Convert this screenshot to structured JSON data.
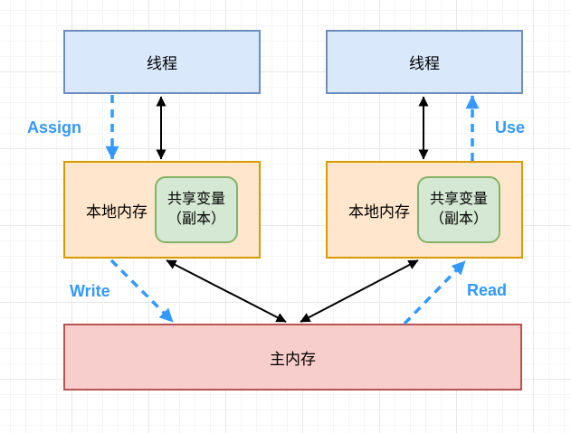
{
  "diagram": {
    "title": "thread-memory-model",
    "nodes": {
      "thread": {
        "label": "线程"
      },
      "local_memory": {
        "label": "本地内存"
      },
      "shared_variable": {
        "line1": "共享变量",
        "line2": "（副本）"
      },
      "main_memory": {
        "label": "主内存"
      }
    },
    "edges": {
      "assign": "Assign",
      "use": "Use",
      "write": "Write",
      "read": "Read"
    },
    "colors": {
      "thread_fill": "#DAE8FC",
      "thread_border": "#6C8EBF",
      "local_fill": "#FFE6CC",
      "local_border": "#D79B00",
      "shared_fill": "#D5E8D4",
      "shared_border": "#82B366",
      "main_fill": "#F8CECC",
      "main_border": "#B85450",
      "edge_blue": "#3399FF",
      "edge_black": "#000000"
    }
  }
}
